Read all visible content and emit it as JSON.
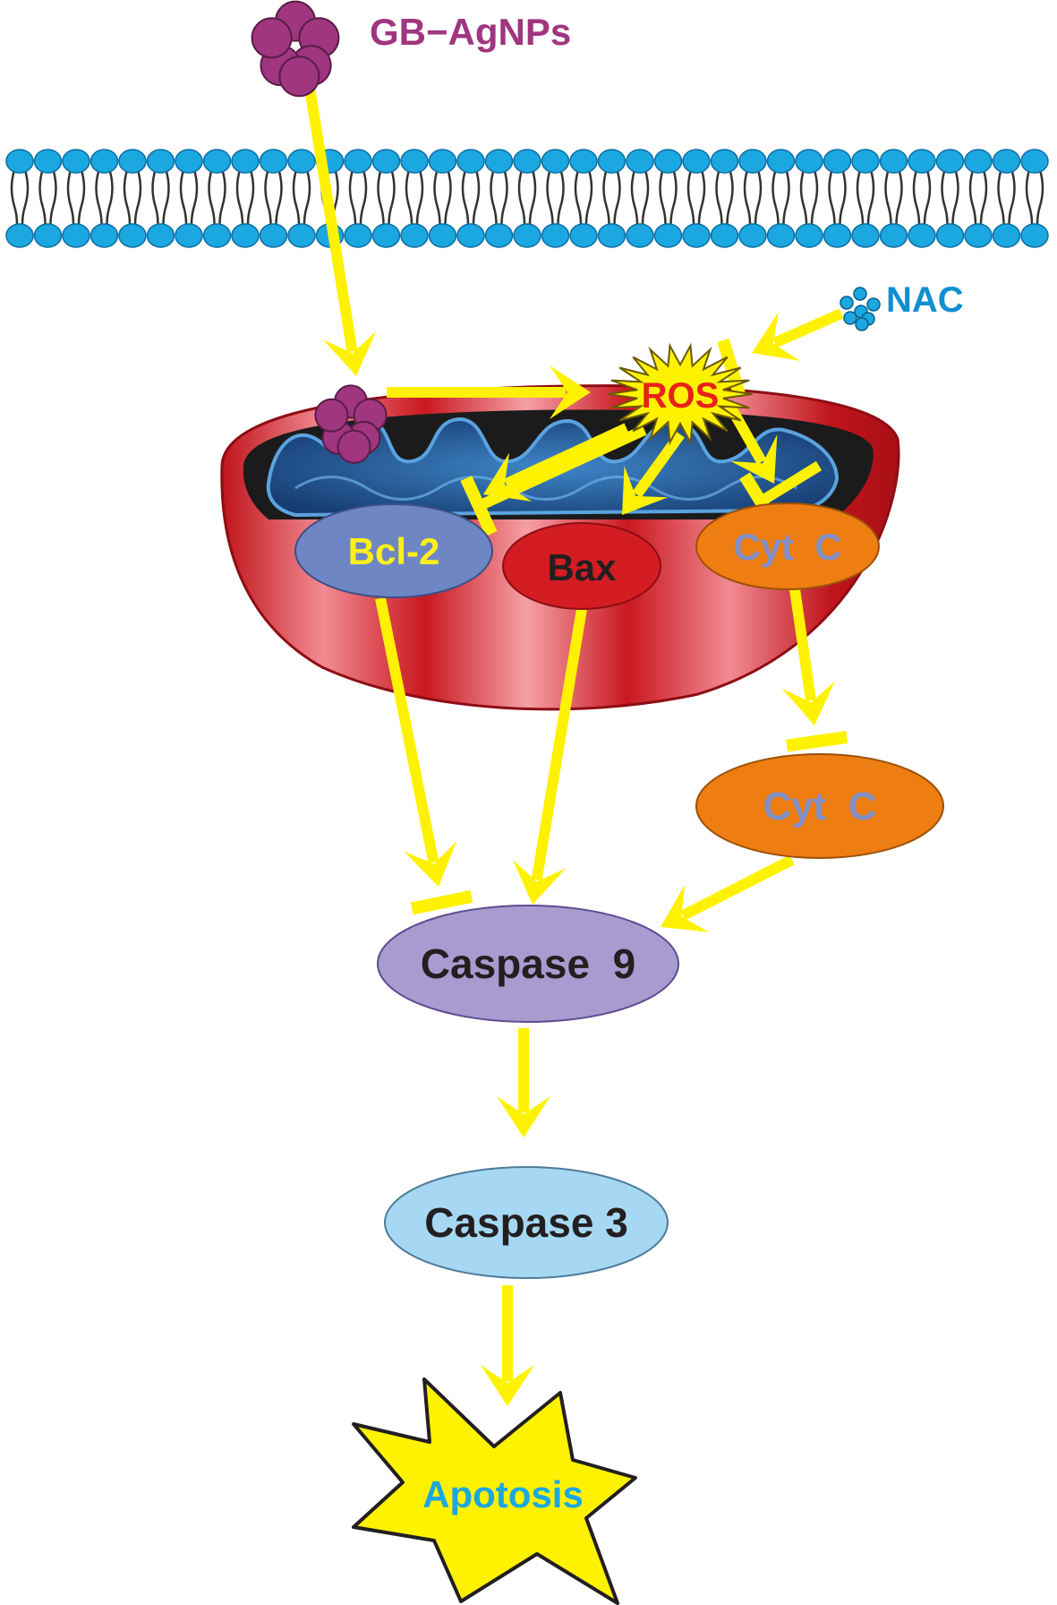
{
  "labels": {
    "nanoparticle": "GB−AgNPs",
    "antioxidant": "NAC",
    "ros": "ROS",
    "bcl2": "Bcl-2",
    "bax": "Bax",
    "cytc_mito": "Cyt  C",
    "cytc_cyto": "Cyt  C",
    "caspase9": "Caspase  9",
    "caspase3": "Caspase 3",
    "apotosis": "Apotosis"
  },
  "colors": {
    "arrow": "#fff200",
    "nanoparticle": "#a0367f",
    "nanoparticle_text": "#a0367f",
    "membrane_head": "#1ba7e0",
    "membrane_tail": "#333333",
    "antioxidant": "#1ba7e0",
    "antioxidant_text": "#0e8fd1",
    "ros_text": "#e8221a",
    "mito_outer": "#d81922",
    "mito_matrix": "#1f4e8c",
    "bcl2_fill": "#6f86c4",
    "bcl2_text": "#ffef1a",
    "bax_fill": "#d41c23",
    "bax_text": "#231f20",
    "cytc_fill": "#ee7d12",
    "cytc_text": "#7f8fc7",
    "caspase9_fill": "#a99bcf",
    "caspase3_fill": "#a6d8f3",
    "caspase_text": "#231f20",
    "apotosis_fill": "#fff200",
    "apotosis_text": "#1ba7e0"
  }
}
